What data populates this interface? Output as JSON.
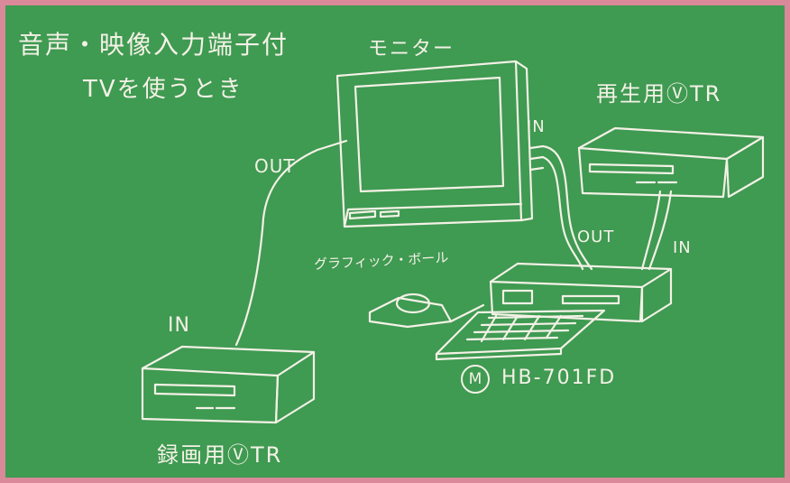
{
  "title": {
    "line1": "音声・映像入力端子付",
    "line2": "TVを使うとき"
  },
  "devices": {
    "monitor": "モニター",
    "playback_vtr": "再生用ⓋTR",
    "recording_vtr": "録画用ⓋTR",
    "graphic_ball": "グラフィック・ボール",
    "computer_mark": "M",
    "computer_model": "HB-701FD"
  },
  "ports": {
    "monitor_in": "IN",
    "monitor_out": "OUT",
    "recorder_in": "IN",
    "computer_out": "OUT",
    "computer_in": "IN"
  },
  "colors": {
    "chalkboard": "#3f9a52",
    "frame": "#d9899a",
    "chalk": "#f4f1e6"
  }
}
